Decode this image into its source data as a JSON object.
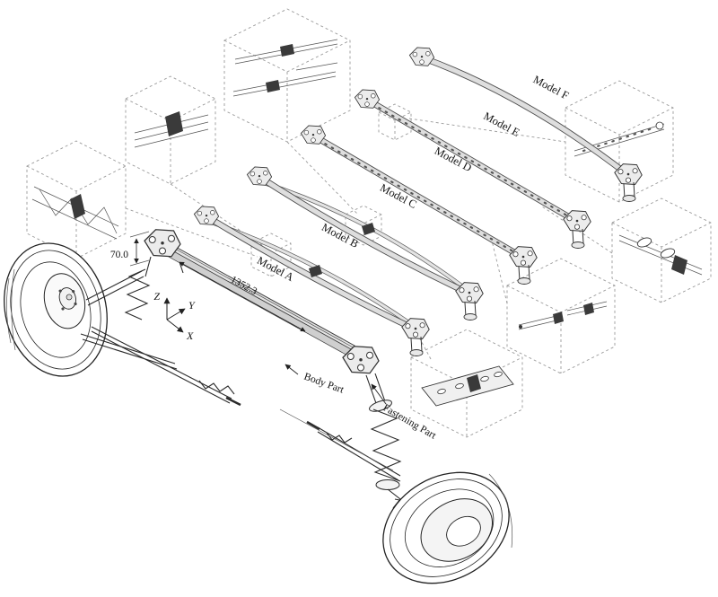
{
  "labels": {
    "models": [
      {
        "id": "A",
        "label": "Model A"
      },
      {
        "id": "B",
        "label": "Model B"
      },
      {
        "id": "C",
        "label": "Model C"
      },
      {
        "id": "D",
        "label": "Model D"
      },
      {
        "id": "E",
        "label": "Model E"
      },
      {
        "id": "F",
        "label": "Model F"
      }
    ],
    "dimensions": {
      "bar_length": "1352.3",
      "mount_height": "70.0"
    },
    "axes": {
      "x": "X",
      "y": "Y",
      "z": "Z"
    },
    "parts": {
      "body": "Body Part",
      "fastening": "Fastening Part"
    }
  },
  "colors": {
    "line": "#2b2b2b",
    "bar_fill": "#dedede",
    "plate_fill": "#ececec",
    "dash": "#9a9a9a",
    "dark_band": "#3a3a3a",
    "background": "#ffffff"
  }
}
